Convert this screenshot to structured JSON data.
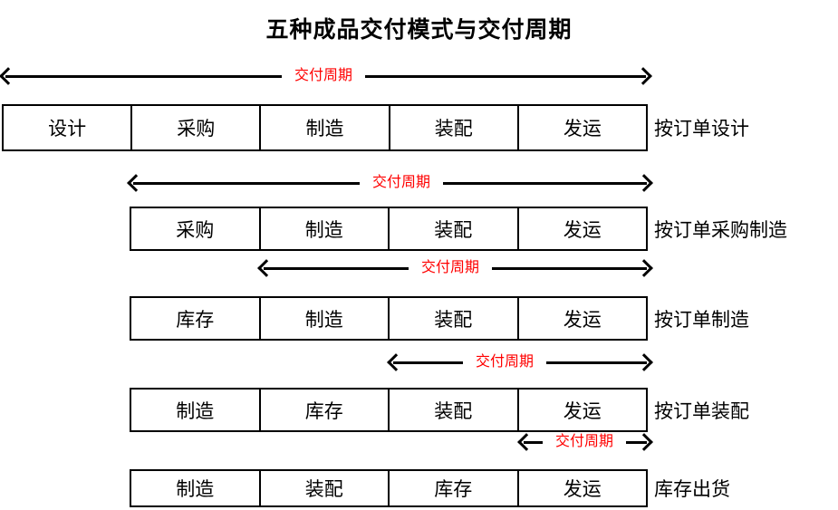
{
  "title": "五种成品交付模式与交付周期",
  "cycle_arrow_label": "交付周期",
  "colors": {
    "cycle_label": "#ff0000",
    "line": "#000000",
    "text": "#000000",
    "background": "#ffffff"
  },
  "rows": [
    {
      "cells": [
        "设计",
        "采购",
        "制造",
        "装配",
        "发运"
      ],
      "label": "按订单设计"
    },
    {
      "cells": [
        "采购",
        "制造",
        "装配",
        "发运"
      ],
      "label": "按订单采购制造"
    },
    {
      "cells": [
        "库存",
        "制造",
        "装配",
        "发运"
      ],
      "label": "按订单制造"
    },
    {
      "cells": [
        "制造",
        "库存",
        "装配",
        "发运"
      ],
      "label": "按订单装配"
    },
    {
      "cells": [
        "制造",
        "装配",
        "库存",
        "发运"
      ],
      "label": "库存出货"
    }
  ]
}
